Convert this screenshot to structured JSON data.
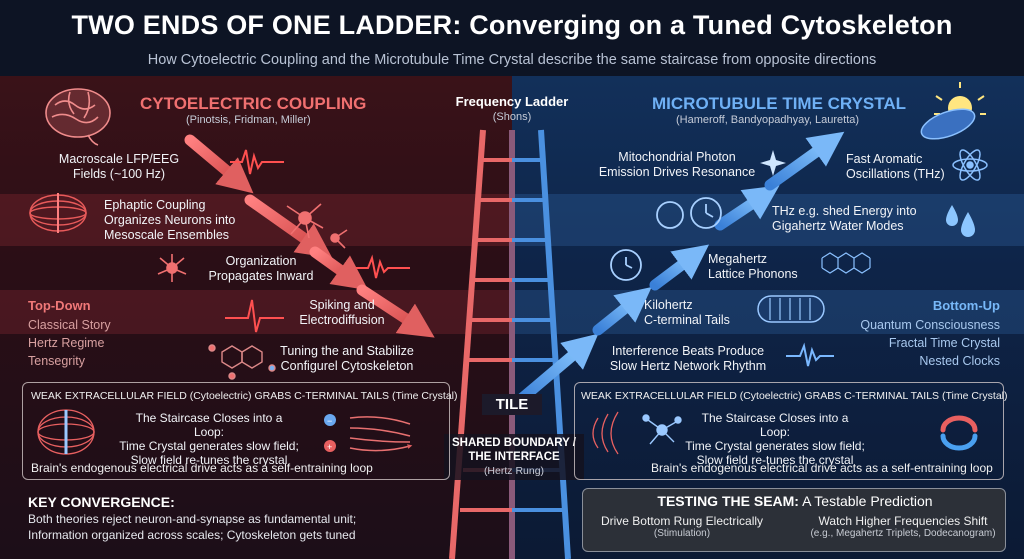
{
  "header": {
    "title": "TWO ENDS OF ONE LADDER: Converging on a Tuned Cytoskeleton",
    "subtitle": "How Cytoelectric Coupling and the Microtubule Time Crystal describe the same staircase from opposite directions"
  },
  "left": {
    "heading": "CYTOELECTRIC COUPLING",
    "authors": "(Pinotsis, Fridman, Miller)",
    "steps": [
      "Macroscale LFP/EEG",
      "Fields (~100 Hz)",
      "Ephaptic Coupling",
      "Organizes Neurons into",
      "Mesoscale Ensembles",
      "Organization",
      "Propagates Inward",
      "Spiking and",
      "Electrodiffusion",
      "Tuning the and Stabilize",
      "Configurel Cytoskeleton"
    ],
    "side_heading": "Top-Down",
    "side_items": [
      "Classical Story",
      "Hertz Regime",
      "Tensegrity"
    ]
  },
  "center": {
    "heading": "Frequency Ladder",
    "sub": "(Shons)",
    "tile": "TILE",
    "boundary_1": "SHARED BOUNDARY /",
    "boundary_2": "THE INTERFACE",
    "boundary_3": "(Hertz Rung)"
  },
  "right": {
    "heading": "MICROTUBULE TIME CRYSTAL",
    "authors": "(Hameroff, Bandyopadhyay, Lauretta)",
    "steps": [
      "Fast Aromatic",
      "Oscillations (THz)",
      "Mitochondrial Photon",
      "Emission Drives Resonance",
      "THz e.g. shed Energy into",
      "Gigahertz Water Modes",
      "Megahertz",
      "Lattice Phonons",
      "Kilohertz",
      "C-terminal Tails",
      "Interference Beats Produce",
      "Slow Hertz Network Rhythm"
    ],
    "side_heading": "Bottom-Up",
    "side_items": [
      "Quantum Consciousness",
      "Fractal Time Crystal",
      "Nested Clocks"
    ]
  },
  "loop_left": {
    "caption": "WEAK EXTRACELLULAR FIELD (Cytoelectric) GRABS C-TERMINAL TAILS (Time Crystal)",
    "lines": [
      "The Staircase Closes into a Loop:",
      "Time Crystal generates slow field;",
      "Slow field re-tunes the crystal"
    ],
    "footer": "Brain's endogenous electrical drive acts as a self-entraining loop"
  },
  "loop_right": {
    "caption": "WEAK EXTRACELLULAR FIELD (Cytoelectric) GRABS C-TERMINAL TAILS (Time Crystal)",
    "lines": [
      "The Staircase Closes into a Loop:",
      "Time Crystal generates slow field;",
      "Slow field re-tunes the crystal"
    ],
    "footer": "Brain's endogenous electrical drive acts as a self-entraining loop"
  },
  "key": {
    "heading": "KEY CONVERGENCE:",
    "line1": "Both theories reject neuron-and-synapse as fundamental unit;",
    "line2": "Information organized across scales; Cytoskeleton gets tuned"
  },
  "seam": {
    "heading_bold": "TESTING THE SEAM:",
    "heading_rest": " A Testable Prediction",
    "left_label": "Drive Bottom Rung Electrically",
    "left_sub": "(Stimulation)",
    "right_label": "Watch Higher Frequencies Shift",
    "right_sub": "(e.g., Megahertz Triplets, Dodecanogram)"
  },
  "colors": {
    "left_accent": "#f07070",
    "right_accent": "#6fb0f5",
    "ladder_left": "#e86868",
    "ladder_right": "#4a90e0"
  },
  "icons": [
    "brain-icon",
    "eeg-wave-icon",
    "neuron-icon",
    "field-lines-icon",
    "spike-icon",
    "molecule-icon",
    "lamp-icon",
    "atom-icon",
    "water-drop-icon",
    "clock-icon",
    "lattice-icon",
    "microtubule-icon",
    "loop-arrows-icon",
    "dipole-icon"
  ]
}
